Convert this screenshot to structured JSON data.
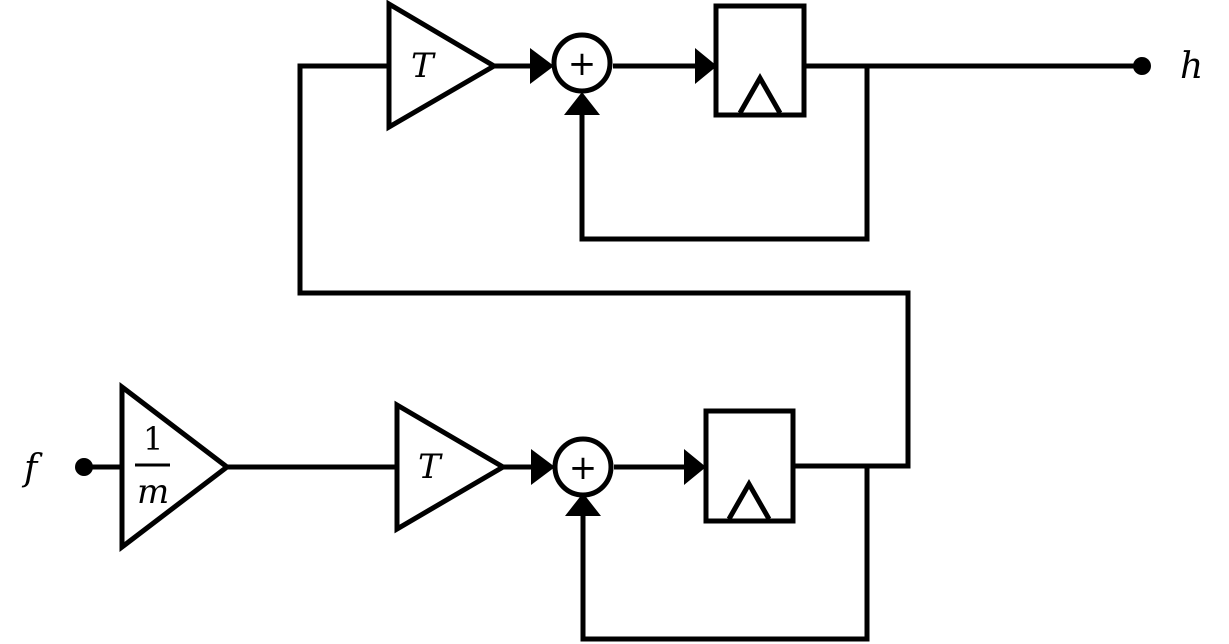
{
  "labels": {
    "input": "f",
    "output": "h",
    "inverse_mass_numerator": "1",
    "inverse_mass_denominator": "m",
    "upper_gain": "T",
    "lower_gain": "T",
    "upper_sum": "+",
    "lower_sum": "+"
  },
  "colors": {
    "stroke": "#000000",
    "background": "#ffffff"
  }
}
